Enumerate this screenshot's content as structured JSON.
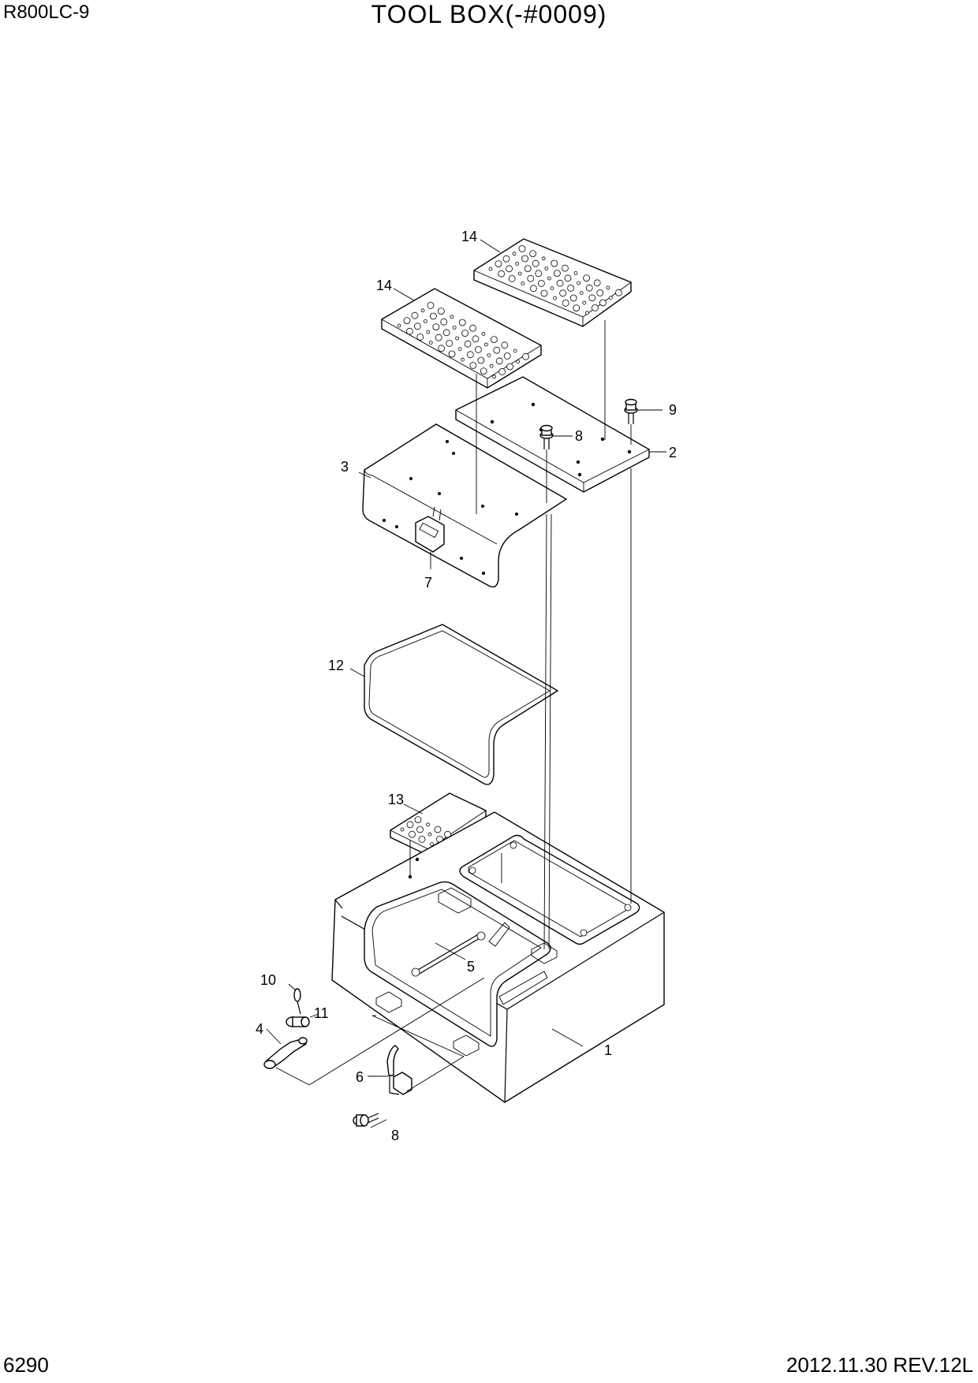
{
  "header": {
    "model": "R800LC-9",
    "title": "TOOL BOX(-#0009)"
  },
  "footer": {
    "page": "6290",
    "revision": "2012.11.30  REV.12L"
  },
  "callouts": {
    "c1": "1",
    "c2": "2",
    "c3": "3",
    "c4": "4",
    "c5": "5",
    "c6": "6",
    "c7": "7",
    "c8a": "8",
    "c8b": "8",
    "c9": "9",
    "c10": "10",
    "c11": "11",
    "c12": "12",
    "c13": "13",
    "c14a": "14",
    "c14b": "14"
  }
}
